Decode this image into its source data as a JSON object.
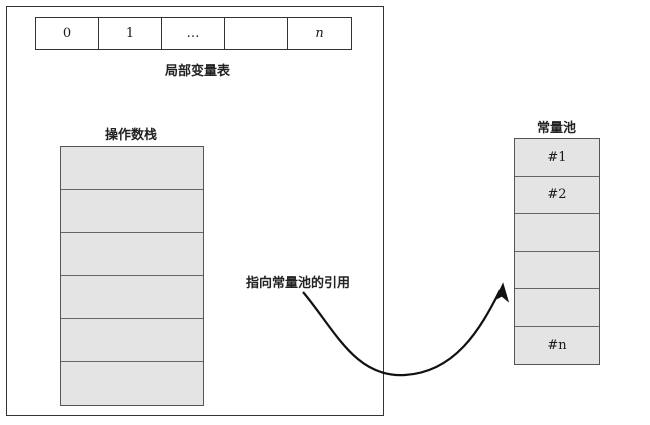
{
  "local_variable_table": {
    "cells": [
      "0",
      "1",
      "…",
      "",
      "n"
    ],
    "caption": "局部变量表"
  },
  "operand_stack": {
    "caption": "操作数栈",
    "slot_count": 6
  },
  "constant_pool": {
    "caption": "常量池",
    "entries": [
      "#1",
      "#2",
      "",
      "",
      "",
      "#n"
    ]
  },
  "reference_arrow": {
    "label": "指向常量池的引用"
  }
}
